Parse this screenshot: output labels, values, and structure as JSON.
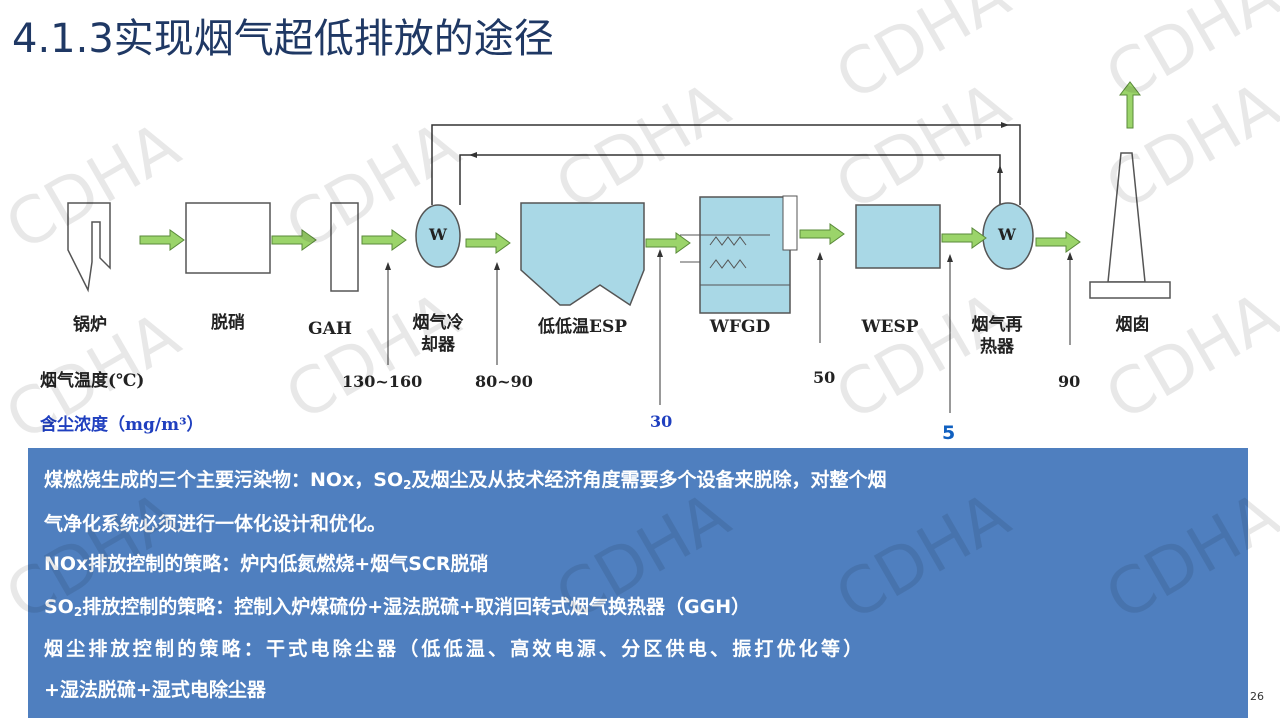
{
  "title": "4.1.3实现烟气超低排放的途径",
  "diagram": {
    "equipment": [
      "锅炉",
      "脱硝",
      "GAH",
      "烟气冷却器",
      "低低温ESP",
      "WFGD",
      "WESP",
      "烟气再热器",
      "烟囱"
    ],
    "heater_symbol": "W",
    "row_labels": {
      "temperature": "烟气温度(℃)",
      "dust": "含尘浓度（mg/m³）"
    },
    "temperatures": [
      "130~160",
      "80~90",
      "50",
      "90"
    ],
    "dust": [
      "30",
      "5"
    ]
  },
  "summary": {
    "line1a": "煤燃烧生成的三个主要污染物：NOx，SO",
    "line1sub": "2",
    "line1b": "及烟尘及从技术经济角度需要多个设备来脱除，对整个烟",
    "line2": "气净化系统必须进行一体化设计和优化。",
    "line3": "NOx排放控制的策略：炉内低氮燃烧+烟气SCR脱硝",
    "line4a": "SO",
    "line4sub": "2",
    "line4b": "排放控制的策略：控制入炉煤硫份+湿法脱硫+取消回转式烟气换热器（GGH）",
    "line5": "烟尘排放控制的策略：干式电除尘器（低低温、高效电源、分区供电、振打优化等）",
    "line6": "+湿法脱硫+湿式电除尘器"
  },
  "page_number": "26",
  "watermark": "CDHA"
}
